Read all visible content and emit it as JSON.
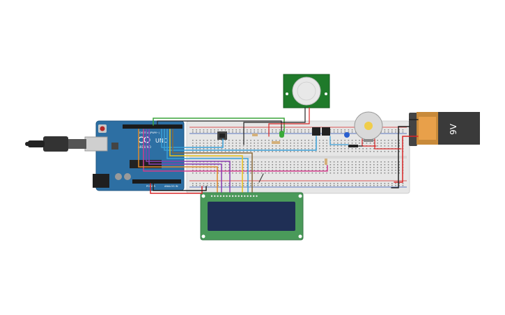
{
  "canvas": {
    "background": "#ffffff"
  },
  "arduino": {
    "board_label": "UNO",
    "brand_label": "ARDUINO",
    "header_power": "POWER",
    "header_analog": "ANALOG IN",
    "header_digital": "DIGITAL (PWM~)",
    "board_color": "#2d6fa3"
  },
  "battery": {
    "label": "9V",
    "body_color": "#3a3a3a",
    "cap_color": "#c88a3a"
  },
  "pir_sensor": {
    "board_color": "#1f7a2a",
    "dome_color": "#e8e8e8"
  },
  "lcd": {
    "board_color": "#4a9a5a",
    "screen_color": "#1f2f55",
    "pins": 16
  },
  "breadboard": {
    "color": "#e6e6e6"
  },
  "wire_colors": {
    "red": "#d92626",
    "black": "#222222",
    "green": "#3aa33a",
    "blue": "#3aa0d8",
    "purple": "#8a3fb0",
    "magenta": "#d23c8c",
    "yellow": "#e8c21a",
    "brown": "#8a6a3a",
    "orange": "#e08a2a"
  }
}
